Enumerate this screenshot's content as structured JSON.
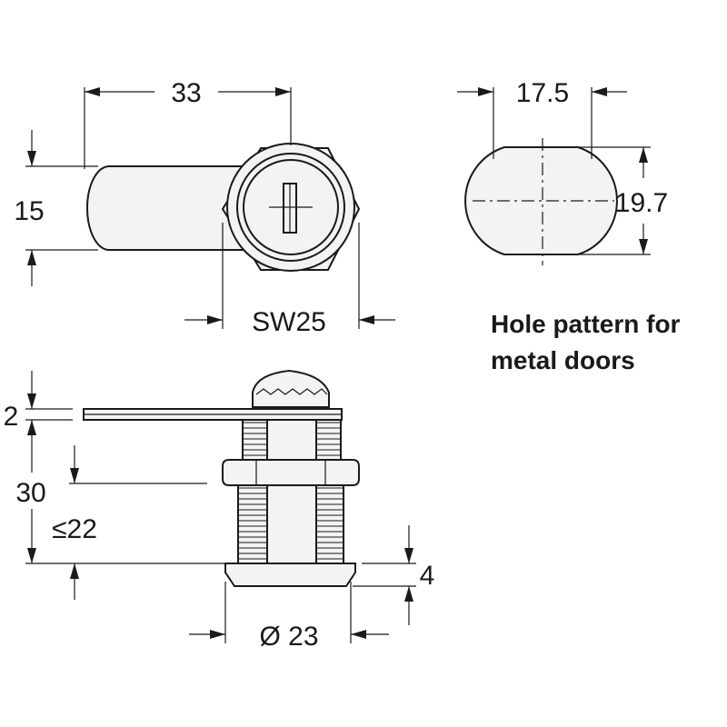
{
  "dimensions": {
    "cam_length": "33",
    "cam_width": "15",
    "hex_size": "SW25",
    "hole_width": "17.5",
    "hole_height": "19.7",
    "cam_thickness": "2",
    "body_length": "30",
    "max_panel": "≤22",
    "flange_thickness": "4",
    "flange_diameter": "Ø 23"
  },
  "note": {
    "line1": "Hole pattern for",
    "line2": "metal doors"
  },
  "colors": {
    "ink": "#1a1a1a",
    "metal_fill": "#f3f3f3"
  }
}
